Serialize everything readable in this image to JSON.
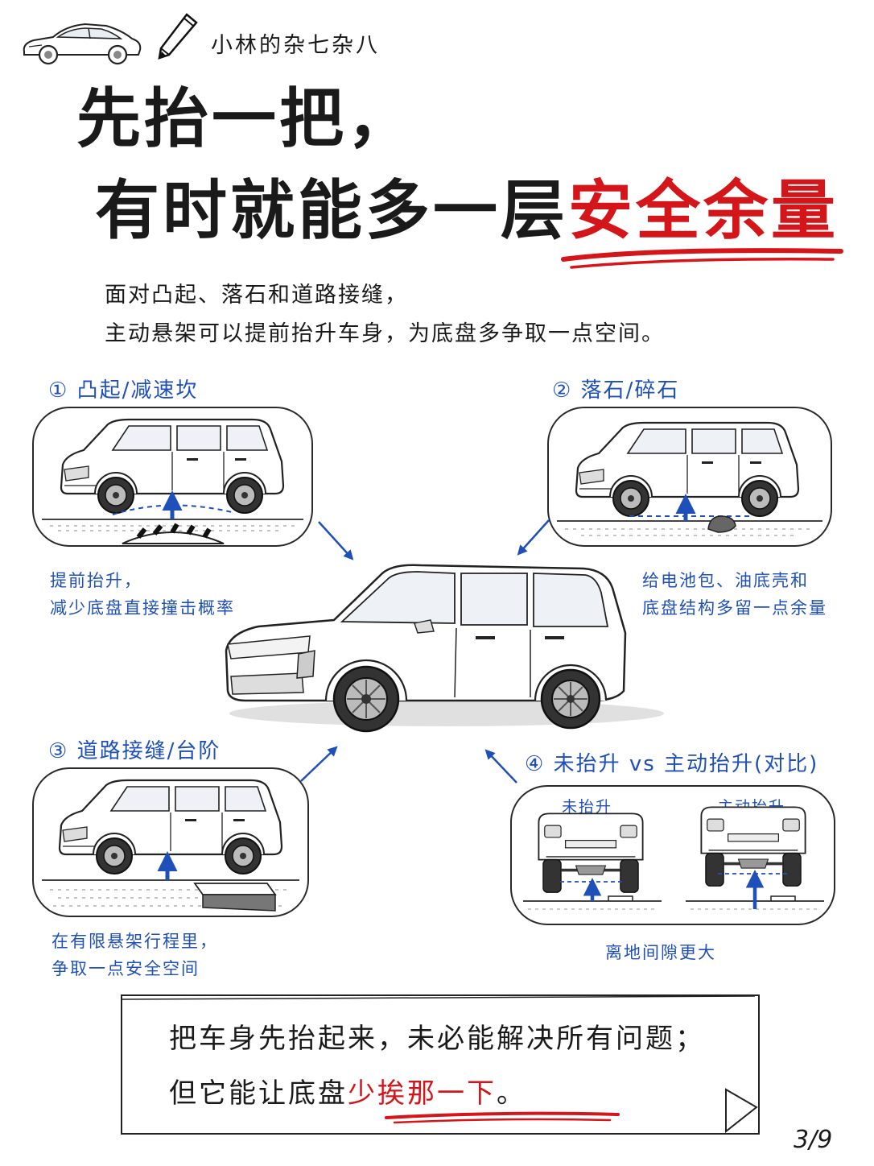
{
  "header": {
    "brand": "小林的杂七杂八"
  },
  "title": {
    "line1": "先抬一把，",
    "line2_prefix": "有时就能多一层",
    "line2_highlight": "安全余量"
  },
  "intro": {
    "line1": "面对凸起、落石和道路接缝，",
    "line2": "主动悬架可以提前抬升车身，为底盘多争取一点空间。"
  },
  "panels": [
    {
      "title": "① 凸起/减速坎",
      "caption": [
        "提前抬升，",
        "减少底盘直接撞击概率"
      ]
    },
    {
      "title": "② 落石/碎石",
      "caption": [
        "给电池包、油底壳和",
        "底盘结构多留一点余量"
      ]
    },
    {
      "title": "③ 道路接缝/台阶",
      "caption": [
        "在有限悬架行程里，",
        "争取一点安全空间"
      ]
    },
    {
      "title": "④ 未抬升 vs 主动抬升(对比)",
      "labels": [
        "未抬升",
        "主动抬升"
      ],
      "caption": [
        "离地间隙更大"
      ]
    }
  ],
  "summary": {
    "line1": "把车身先抬起来，未必能解决所有问题；",
    "line2_prefix": "但它能让底盘",
    "line2_highlight": "少挨那一下",
    "line2_suffix": "。"
  },
  "page": "3/9",
  "colors": {
    "accent_red": "#d4161b",
    "accent_blue": "#1f4fb8",
    "ink": "#1a1a1a"
  }
}
